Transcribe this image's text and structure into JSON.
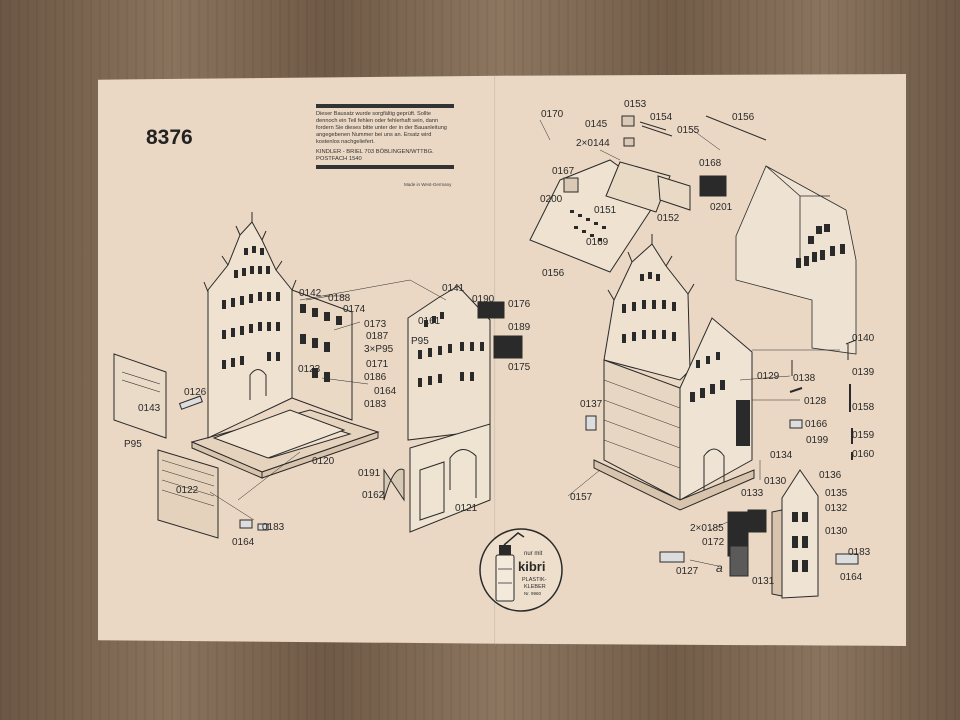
{
  "sheet": {
    "model_number": "8376",
    "notice_text": "Dieser Bausatz wurde sorgfältig geprüft. Sollte dennoch ein Teil fehlen oder fehlerhaft sein, dann fordern Sie dieses bitte unter der in der Bauanleitung angegebenen Nummer bei uns an. Ersatz wird kostenlos nachgeliefert.",
    "address_line1": "KINDLER - BRIEL 703 BÖBLINGEN/WTTBG.",
    "address_line2": "POSTFACH 1540",
    "made_in": "Made in West-Germany",
    "glue_caption_top": "nur mit",
    "glue_brand": "kibri",
    "glue_caption_bottom1": "PLASTIK-",
    "glue_caption_bottom2": "KLEBER",
    "glue_caption_no": "Nr. 9960"
  },
  "part_labels": [
    {
      "text": "0170",
      "id": "p170"
    },
    {
      "text": "0145",
      "id": "p145"
    },
    {
      "text": "0153",
      "id": "p153"
    },
    {
      "text": "0154",
      "id": "p154"
    },
    {
      "text": "0155",
      "id": "p155"
    },
    {
      "text": "0156",
      "id": "p156a"
    },
    {
      "text": "2×0144",
      "id": "p144"
    },
    {
      "text": "0168",
      "id": "p168"
    },
    {
      "text": "0167",
      "id": "p167"
    },
    {
      "text": "0200",
      "id": "p200"
    },
    {
      "text": "0151",
      "id": "p151"
    },
    {
      "text": "0152",
      "id": "p152"
    },
    {
      "text": "0201",
      "id": "p201"
    },
    {
      "text": "0169",
      "id": "p169"
    },
    {
      "text": "0156",
      "id": "p156b"
    },
    {
      "text": "0142",
      "id": "p142"
    },
    {
      "text": "0188",
      "id": "p188"
    },
    {
      "text": "0174",
      "id": "p174"
    },
    {
      "text": "0173",
      "id": "p173"
    },
    {
      "text": "0187",
      "id": "p187"
    },
    {
      "text": "3×P95",
      "id": "p95a"
    },
    {
      "text": "0171",
      "id": "p171"
    },
    {
      "text": "0186",
      "id": "p186"
    },
    {
      "text": "0123",
      "id": "p123"
    },
    {
      "text": "0164",
      "id": "p164a"
    },
    {
      "text": "0183",
      "id": "p183a"
    },
    {
      "text": "0126",
      "id": "p126"
    },
    {
      "text": "0143",
      "id": "p143"
    },
    {
      "text": "P95",
      "id": "p95b"
    },
    {
      "text": "0120",
      "id": "p120"
    },
    {
      "text": "0122",
      "id": "p122"
    },
    {
      "text": "0183",
      "id": "p183b"
    },
    {
      "text": "0164",
      "id": "p164b"
    },
    {
      "text": "0141",
      "id": "p141"
    },
    {
      "text": "0190",
      "id": "p190"
    },
    {
      "text": "0176",
      "id": "p176"
    },
    {
      "text": "0189",
      "id": "p189"
    },
    {
      "text": "0175",
      "id": "p175"
    },
    {
      "text": "P95",
      "id": "p95c"
    },
    {
      "text": "0161",
      "id": "p161"
    },
    {
      "text": "0191",
      "id": "p191"
    },
    {
      "text": "0162",
      "id": "p162"
    },
    {
      "text": "0121",
      "id": "p121"
    },
    {
      "text": "0140",
      "id": "p140"
    },
    {
      "text": "0139",
      "id": "p139"
    },
    {
      "text": "0129",
      "id": "p129"
    },
    {
      "text": "0138",
      "id": "p138"
    },
    {
      "text": "0128",
      "id": "p128"
    },
    {
      "text": "0158",
      "id": "p158"
    },
    {
      "text": "0166",
      "id": "p166"
    },
    {
      "text": "0199",
      "id": "p199"
    },
    {
      "text": "0159",
      "id": "p159"
    },
    {
      "text": "0160",
      "id": "p160"
    },
    {
      "text": "0137",
      "id": "p137"
    },
    {
      "text": "0134",
      "id": "p134"
    },
    {
      "text": "0136",
      "id": "p136"
    },
    {
      "text": "0130",
      "id": "p130a"
    },
    {
      "text": "0135",
      "id": "p135"
    },
    {
      "text": "0133",
      "id": "p133"
    },
    {
      "text": "0132",
      "id": "p132"
    },
    {
      "text": "0157",
      "id": "p157"
    },
    {
      "text": "2×0185",
      "id": "p185"
    },
    {
      "text": "0172",
      "id": "p172"
    },
    {
      "text": "0130",
      "id": "p130b"
    },
    {
      "text": "0183",
      "id": "p183c"
    },
    {
      "text": "0127",
      "id": "p127"
    },
    {
      "text": "a",
      "id": "pa"
    },
    {
      "text": "0131",
      "id": "p131"
    },
    {
      "text": "0164",
      "id": "p164c"
    }
  ],
  "colors": {
    "paper": "#ead8c4",
    "ink": "#2a2a2a",
    "wood": "#7a6550"
  }
}
